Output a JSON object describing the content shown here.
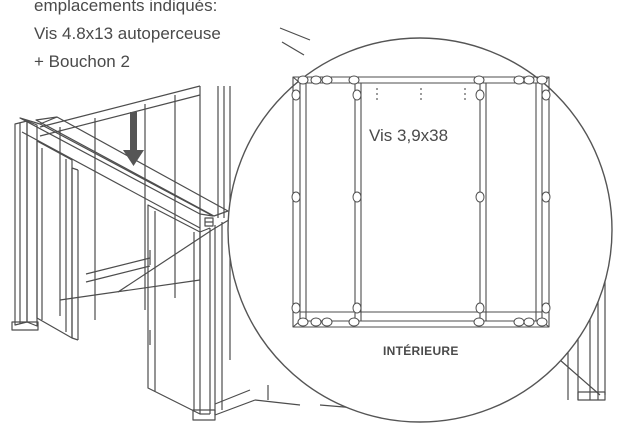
{
  "instructions": {
    "line1": "emplacements indiqués:",
    "line2": "Vis 4.8x13 autoperceuse",
    "line3": "+ Bouchon 2"
  },
  "detail": {
    "screw_label": "Vis 3,9x38",
    "side_label": "INTÉRIEURE"
  },
  "colors": {
    "line": "#4d4d4d",
    "arrow": "#555555"
  },
  "icons": [
    "down-arrow-icon",
    "screw-hole-icon"
  ]
}
